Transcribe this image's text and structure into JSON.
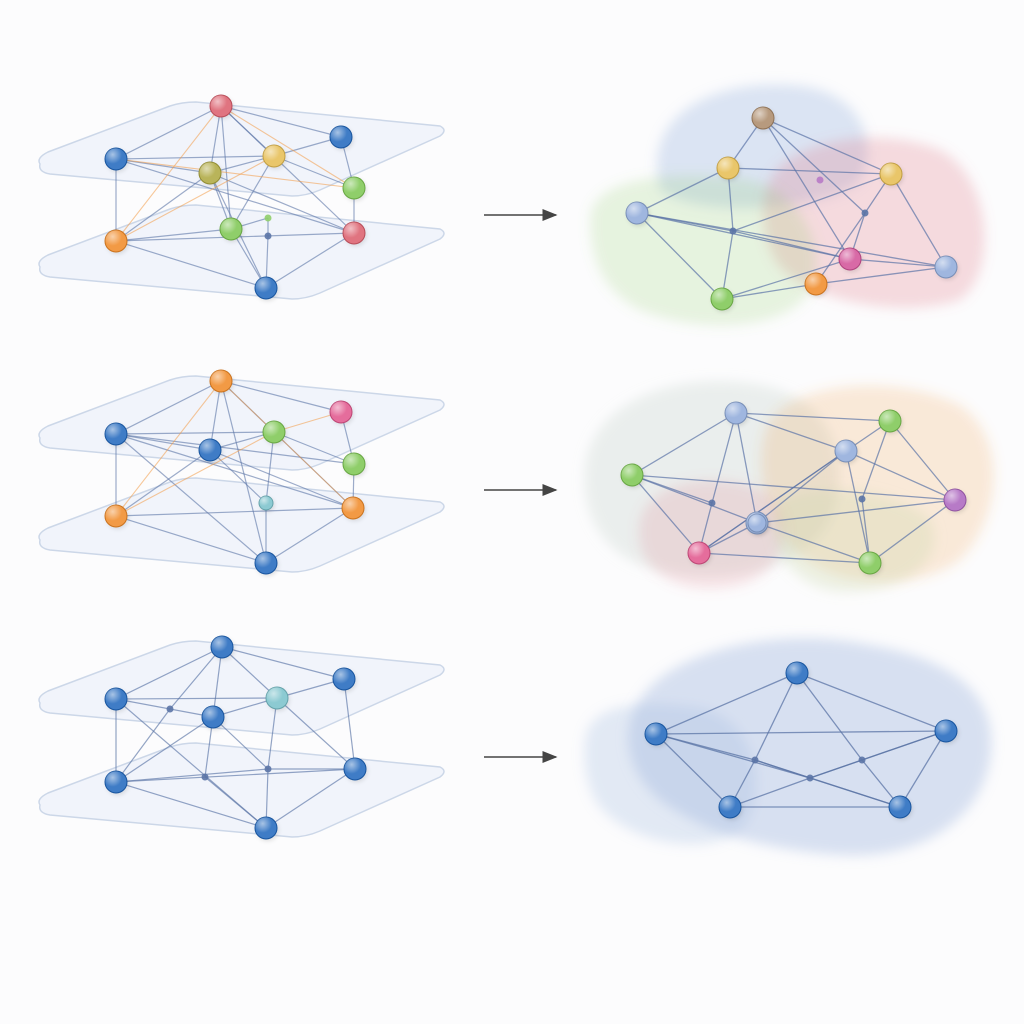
{
  "colors": {
    "background": "#fcfcfd",
    "plane_fill": "#eef2f9",
    "plane_stroke": "#ccd7e8",
    "edge": "#5b74a6",
    "arrow": "#444444",
    "blue": "#3f7cc6",
    "red": "#e07480",
    "orange": "#f29a45",
    "yellow": "#e9c66a",
    "green": "#8fce6a",
    "olive": "#b9b45a",
    "teal": "#8ccad2",
    "pink": "#e56d9c",
    "purple": "#b77ac7",
    "lightblue": "#9fb6df",
    "taupe": "#b79a7e",
    "magenta": "#d86aa6"
  },
  "diagram": {
    "rows": [
      {
        "id": "row-1",
        "layered_nodes": [
          "red",
          "blue",
          "blue",
          "yellow",
          "olive",
          "green",
          "orange",
          "green",
          "red",
          "blue"
        ],
        "merged_nodes": [
          "taupe",
          "yellow",
          "yellow",
          "lightblue",
          "green",
          "magenta",
          "orange",
          "lightblue"
        ],
        "merged_regions": [
          "blue",
          "red",
          "green"
        ]
      },
      {
        "id": "row-2",
        "layered_nodes": [
          "orange",
          "pink",
          "blue",
          "green",
          "blue",
          "green",
          "orange",
          "orange",
          "blue"
        ],
        "merged_nodes": [
          "lightblue",
          "green",
          "green",
          "lightblue",
          "purple",
          "pink",
          "green",
          "lightblue"
        ],
        "merged_regions": [
          "grey",
          "orange",
          "pink",
          "green"
        ]
      },
      {
        "id": "row-3",
        "layered_nodes": [
          "blue",
          "blue",
          "blue",
          "teal",
          "blue",
          "blue",
          "blue"
        ],
        "merged_nodes": [
          "blue",
          "blue",
          "blue",
          "blue",
          "blue"
        ],
        "merged_regions": [
          "blue",
          "blue"
        ]
      }
    ]
  }
}
